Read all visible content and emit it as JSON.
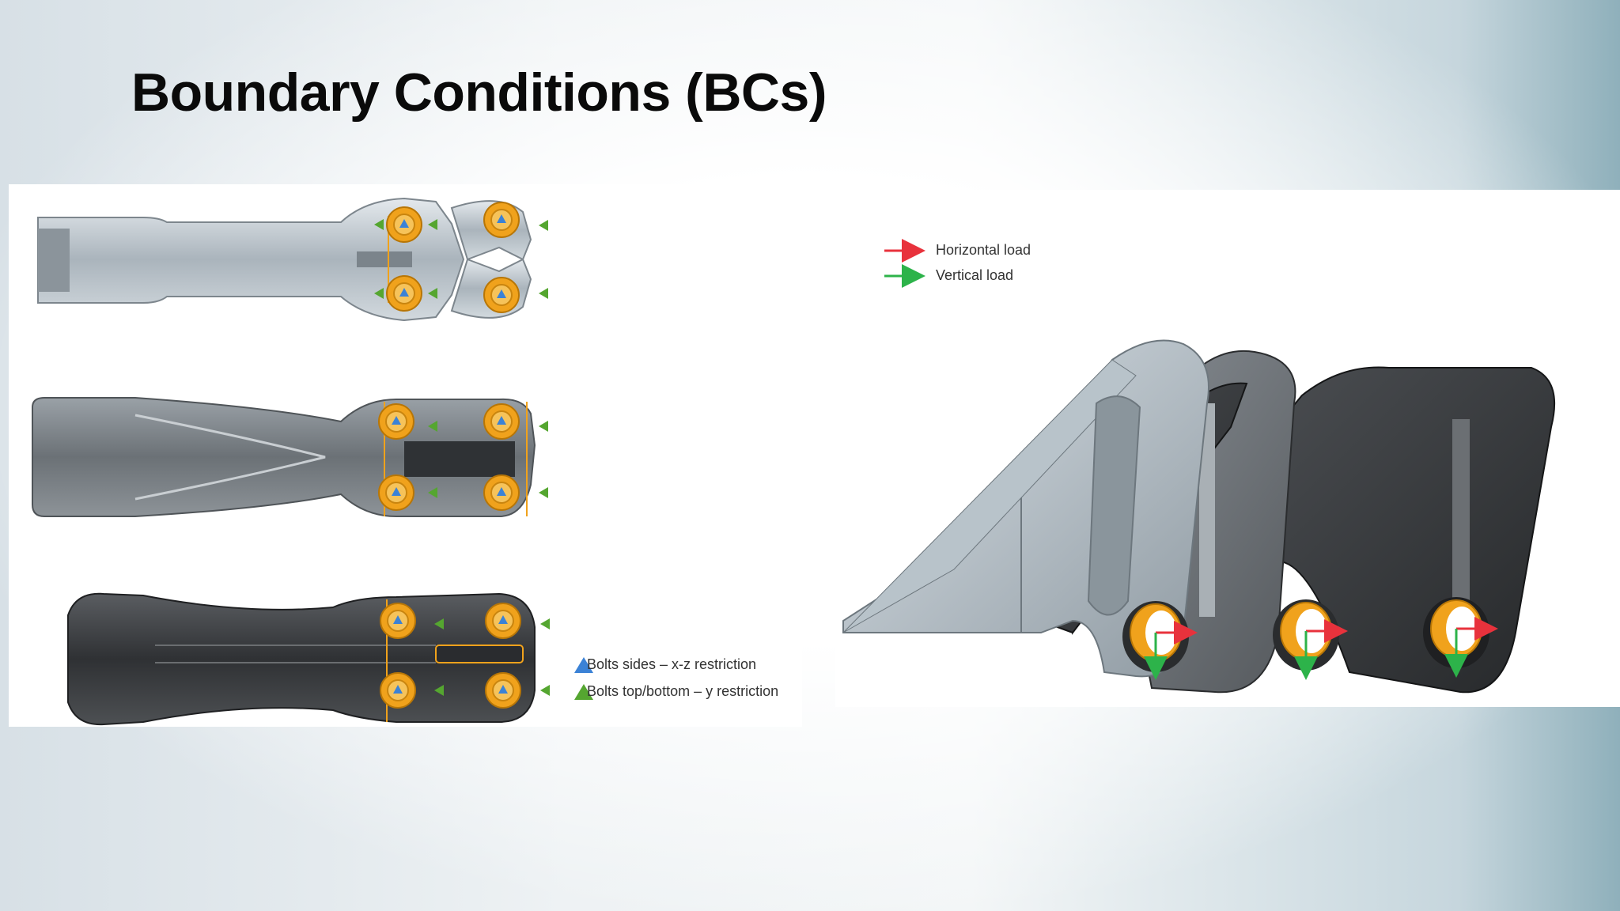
{
  "slide": {
    "title": "Boundary Conditions (BCs)"
  },
  "left_figure": {
    "legend": [
      {
        "label": "Bolts sides – x-z restriction",
        "marker_color": "#3b82d6",
        "icon": "blue-triangle-icon"
      },
      {
        "label": "Bolts top/bottom – y restriction",
        "marker_color": "#55a630",
        "icon": "green-triangle-icon"
      }
    ]
  },
  "right_figure": {
    "legend": [
      {
        "label": "Horizontal load",
        "arrow_color": "#e8323c",
        "icon": "red-arrow-icon"
      },
      {
        "label": "Vertical load",
        "arrow_color": "#2db34a",
        "icon": "green-arrow-icon"
      }
    ]
  },
  "colors": {
    "bolt_orange": "#f0a21c",
    "part_light": "#b9c4cc",
    "part_mid": "#8a9198",
    "part_dark": "#3b3d40"
  }
}
